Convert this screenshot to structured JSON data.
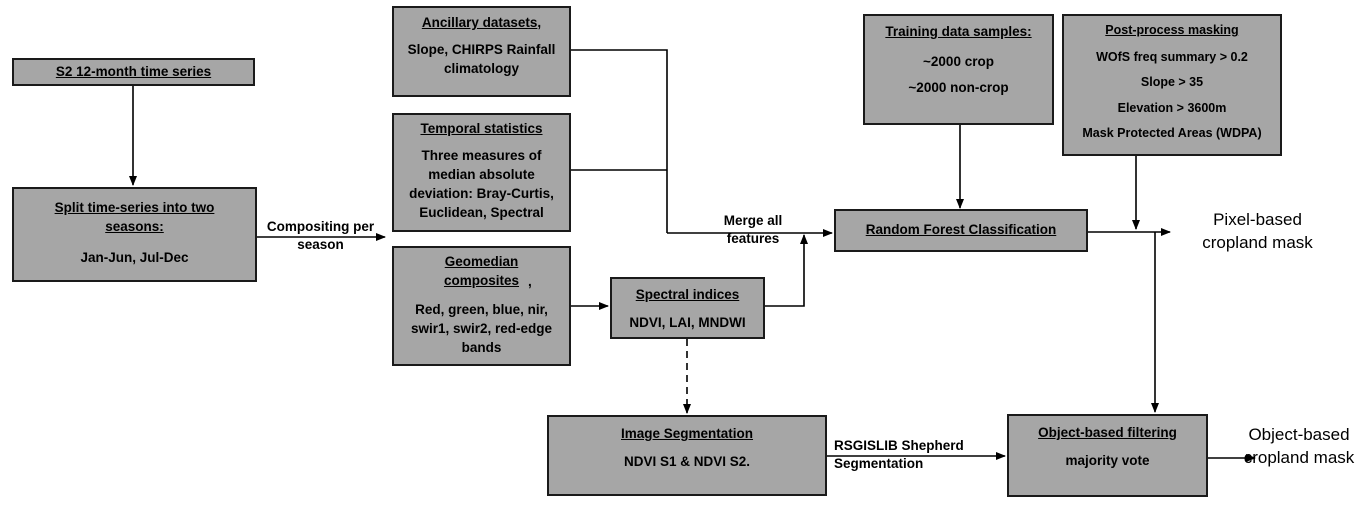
{
  "boxes": {
    "s2": {
      "title": "S2 12-month time series"
    },
    "split": {
      "title": "Split time-series into two seasons:",
      "lines": [
        "Jan-Jun, Jul-Dec"
      ]
    },
    "ancillary": {
      "title": "Ancillary datasets",
      "title_suffix": ",",
      "lines": [
        "Slope, CHIRPS Rainfall",
        "climatology"
      ]
    },
    "temporal": {
      "title": "Temporal statistics",
      "lines": [
        "Three measures of",
        "median absolute",
        "deviation: Bray-Curtis,",
        "Euclidean, Spectral"
      ]
    },
    "geomedian": {
      "title": "Geomedian composites",
      "title_suffix": ",",
      "lines": [
        "Red, green, blue, nir,",
        "swir1, swir2, red-edge",
        "bands"
      ]
    },
    "spectral": {
      "title": "Spectral indices",
      "lines": [
        "NDVI, LAI, MNDWI"
      ]
    },
    "training": {
      "title": "Training data samples:",
      "lines": [
        "~2000 crop",
        "~2000 non-crop"
      ]
    },
    "postprocess": {
      "title": "Post-process masking",
      "lines": [
        "WOfS freq summary > 0.2",
        "Slope > 35",
        "Elevation > 3600m",
        "Mask Protected Areas (WDPA)"
      ]
    },
    "rf": {
      "title": "Random Forest Classification"
    },
    "segmentation": {
      "title": "Image Segmentation",
      "lines": [
        "NDVI S1 & NDVI S2."
      ]
    },
    "objfilter": {
      "title": "Object-based filtering",
      "lines": [
        "majority vote"
      ]
    }
  },
  "labels": {
    "compositing": [
      "Compositing per",
      "season"
    ],
    "merge": [
      "Merge all",
      "features"
    ],
    "shepherd": [
      "RSGISLIB Shepherd",
      "Segmentation"
    ]
  },
  "outputs": {
    "pixel": [
      "Pixel-based",
      "cropland mask"
    ],
    "object": [
      "Object-based",
      "cropland",
      "mask"
    ]
  },
  "colors": {
    "box_fill": "#a6a6a6",
    "line": "#000000"
  }
}
